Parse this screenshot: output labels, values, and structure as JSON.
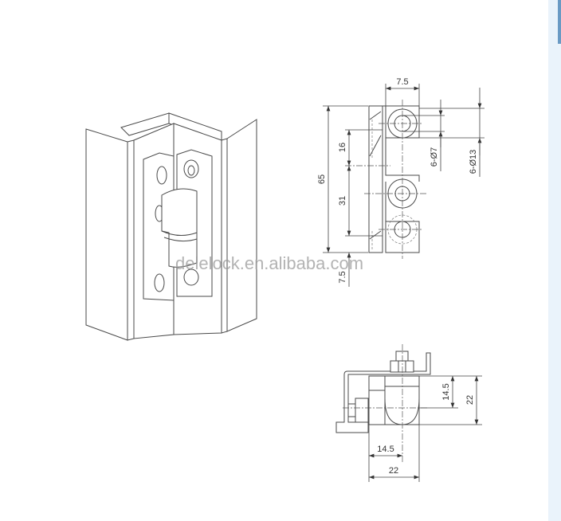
{
  "drawing": {
    "front_view": {
      "width_top": "7.5",
      "total_height": "65",
      "pitch_upper": "16",
      "pitch_lower": "31",
      "bottom_offset": "7.5",
      "hole_small": "6-Ø7",
      "hole_large": "6-Ø13"
    },
    "side_view": {
      "height_axis": "14.5",
      "height_total": "22",
      "width_axis": "14.5",
      "width_total": "22"
    },
    "watermark": "delelock.en.alibaba.com"
  },
  "colors": {
    "line": "#4a4a4a",
    "side_strip": "#eaf3fb",
    "side_strip_accent": "#6a9ac4"
  }
}
